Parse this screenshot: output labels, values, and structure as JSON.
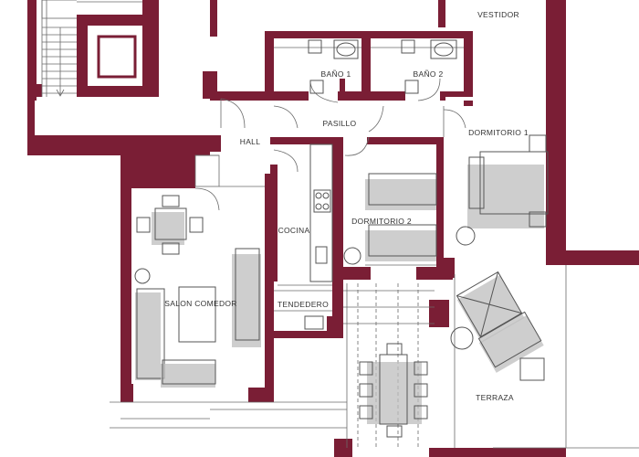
{
  "colors": {
    "wall": "#7a1e35",
    "shadow": "#bdbdbd",
    "line": "#555555"
  },
  "rooms": {
    "vestidor": "VESTIDOR",
    "bano1": "BAÑO 1",
    "bano2": "BAÑO 2",
    "pasillo": "PASILLO",
    "hall": "HALL",
    "dormitorio1": "DORMITORIO 1",
    "dormitorio2": "DORMITORIO 2",
    "cocina": "COCINA",
    "salon": "SALON COMEDOR",
    "tendedero": "TENDEDERO",
    "terraza": "TERRAZA"
  }
}
